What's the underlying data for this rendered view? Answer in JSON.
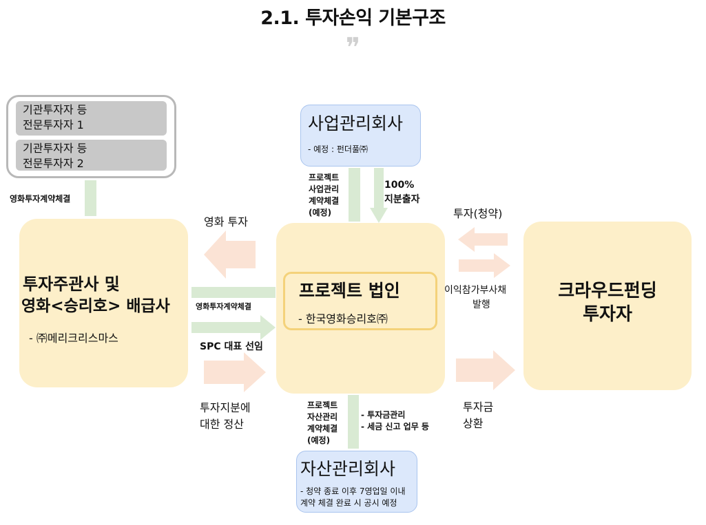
{
  "title": "2.1. 투자손익 기본구조",
  "quote_mark": "❞",
  "institutional": {
    "item1_line1": "기관투자자 등",
    "item1_line2": "전문투자자 1",
    "item2_line1": "기관투자자 등",
    "item2_line2": "전문투자자 2",
    "contract_label": "영화투자계약체결"
  },
  "distributor": {
    "line1": "투자주관사 및",
    "line2": "영화<승리호> 배급사",
    "sub": "- ㈜메리크리스마스"
  },
  "business_manager": {
    "title": "사업관리회사",
    "sub": "- 예정 : 펀더풀㈜",
    "contract_l1": "프로젝트",
    "contract_l2": "사업관리",
    "contract_l3": "계약체결",
    "contract_l4": "(예정)",
    "equity_l1": "100%",
    "equity_l2": "지분출자"
  },
  "project": {
    "title": "프로젝트 법인",
    "sub": "- 한국영화승리호㈜"
  },
  "crowd": {
    "line1": "크라우드펀딩",
    "line2": "투자자"
  },
  "left_flows": {
    "movie_invest": "영화 투자",
    "contract": "영화투자계약체결",
    "spc": "SPC 대표 선임",
    "settle_l1": "투자지분에",
    "settle_l2": "대한 정산"
  },
  "right_flows": {
    "invest": "투자(청약)",
    "bond_l1": "이익참가부사채",
    "bond_l2": "발행",
    "repay_l1": "투자금",
    "repay_l2": "상환"
  },
  "asset_manager": {
    "title": "자산관리회사",
    "sub_l1": "- 청약 종료 이후 7영업일 이내",
    "sub_l2": "계약 체결 완료 시 공시 예정",
    "contract_l1": "프로젝트",
    "contract_l2": "자산관리",
    "contract_l3": "계약체결",
    "contract_l4": "(예정)",
    "duty_l1": "- 투자금관리",
    "duty_l2": "- 세금 신고 업무 등"
  },
  "colors": {
    "yellow_box": "#fdefc9",
    "project_border": "#f4d27a",
    "blue_box": "#dce8fb",
    "green_arrow": "#d9ead3",
    "pink_arrow": "#fbe3d5",
    "gray_box": "#c8c8c8"
  }
}
